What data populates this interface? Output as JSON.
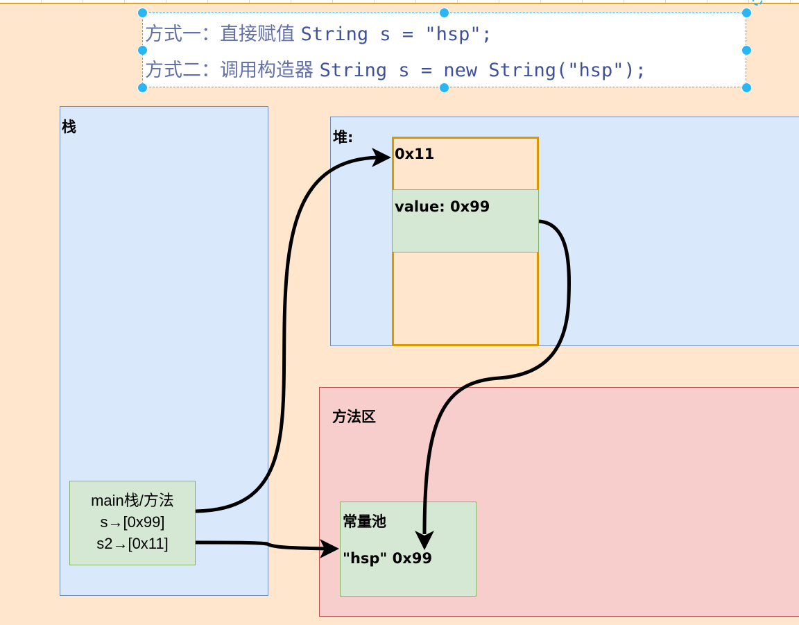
{
  "note": {
    "line1_cn": "方式一：直接赋值 ",
    "line1_code": "String s = \"hsp\";",
    "line2_cn": "方式二：调用构造器 ",
    "line2_code": "String s = new String(\"hsp\");"
  },
  "stack": {
    "label": "栈",
    "frame": {
      "line1": "main栈/方法",
      "line2": "s→[0x99]",
      "line3": "s2→[0x11]"
    }
  },
  "heap": {
    "label": "堆:",
    "object": {
      "address": "0x11",
      "field": "value:  0x99"
    }
  },
  "method_area": {
    "label": "方法区",
    "constant_pool": {
      "label": "常量池",
      "entry": "\"hsp\" 0x99"
    }
  },
  "colors": {
    "canvas": "#ffe6cc",
    "stack_fill": "#dae8fc",
    "heap_fill": "#dae8fc",
    "method_fill": "#f8cecc",
    "object_border": "#d79b00",
    "green_fill": "#d5e8d4",
    "selection": "#29b6f2"
  },
  "arrows": [
    {
      "from": "main-frame (s)",
      "to": "heap-object 0x11"
    },
    {
      "from": "main-frame (s2)",
      "to": "constant-pool"
    },
    {
      "from": "heap-object value",
      "to": "constant-pool \"hsp\" 0x99"
    }
  ]
}
